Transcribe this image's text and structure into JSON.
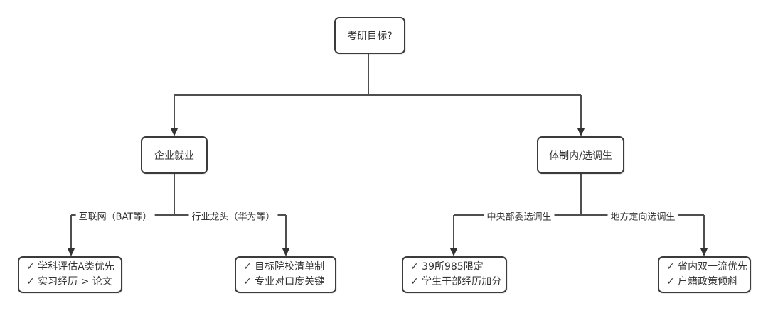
{
  "diagram": {
    "root": {
      "label": "考研目标?"
    },
    "level2": [
      {
        "label": "企业就业"
      },
      {
        "label": "体制内/选调生"
      }
    ],
    "branch_labels": [
      {
        "label": "互联网（BAT等）"
      },
      {
        "label": "行业龙头（华为等）"
      },
      {
        "label": "中央部委选调生"
      },
      {
        "label": "地方定向选调生"
      }
    ],
    "leaves": [
      {
        "lines": [
          "✓ 学科评估A类优先",
          "✓ 实习经历 > 论文"
        ]
      },
      {
        "lines": [
          "✓ 目标院校清单制",
          "✓ 专业对口度关键"
        ]
      },
      {
        "lines": [
          "✓ 39所985限定",
          "✓ 学生干部经历加分"
        ]
      },
      {
        "lines": [
          "✓ 省内双一流优先",
          "✓ 户籍政策倾斜"
        ]
      }
    ]
  },
  "colors": {
    "node_border": "#3b3b3b",
    "connector_line": "#4f4f4f",
    "arrowhead": "#333333",
    "text": "#333333",
    "background": "#ffffff"
  }
}
